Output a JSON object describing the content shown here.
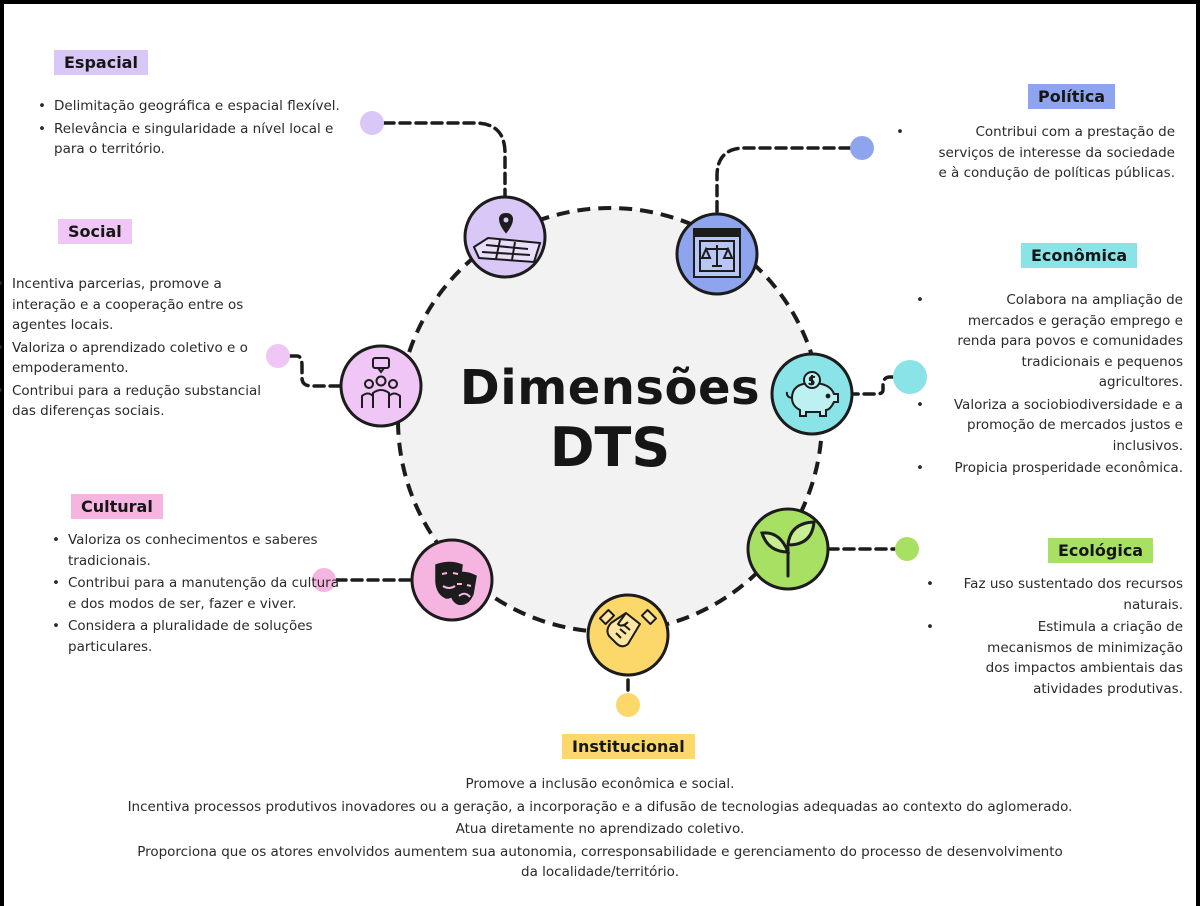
{
  "center": {
    "line1": "Dimensões",
    "line2": "DTS"
  },
  "colors": {
    "espacial": "#d9c8f7",
    "politica": "#8fa4ee",
    "social": "#efc6f5",
    "economica": "#8ae3e6",
    "cultural": "#f6b5e0",
    "ecologica": "#a8e063",
    "institucional": "#fcd86b"
  },
  "dimensions": {
    "espacial": {
      "title": "Espacial",
      "icon": "map-pin-icon",
      "items": [
        "Delimitação geográfica e espacial flexível.",
        "Relevância e singularidade a nível local e para o território."
      ]
    },
    "politica": {
      "title": "Política",
      "icon": "scales-of-justice-icon",
      "items": [
        "Contribui com a prestação de serviços de interesse da sociedade e à condução de políticas públicas."
      ]
    },
    "social": {
      "title": "Social",
      "icon": "group-people-icon",
      "items": [
        "Incentiva parcerias, promove a interação e a cooperação entre os agentes locais.",
        "Valoriza o aprendizado coletivo e o empoderamento.",
        "Contribui para a redução substancial das diferenças sociais."
      ]
    },
    "economica": {
      "title": "Econômica",
      "icon": "piggy-bank-icon",
      "items": [
        "Colabora na ampliação de mercados e geração emprego e renda para povos e comunidades tradicionais e pequenos agricultores.",
        "Valoriza a sociobiodiversidade e a promoção de mercados justos e inclusivos.",
        "Propicia prosperidade econômica."
      ]
    },
    "cultural": {
      "title": "Cultural",
      "icon": "theater-masks-icon",
      "items": [
        "Valoriza os conhecimentos e saberes tradicionais.",
        "Contribui para a manutenção da cultura e dos modos de ser, fazer e viver.",
        "Considera a pluralidade de soluções particulares."
      ]
    },
    "ecologica": {
      "title": "Ecológica",
      "icon": "sprout-icon",
      "items": [
        "Faz uso sustentado dos recursos naturais.",
        "Estimula a criação de mecanismos de minimização dos impactos ambientais das atividades produtivas."
      ]
    },
    "institucional": {
      "title": "Institucional",
      "icon": "handshake-icon",
      "items": [
        "Promove a inclusão econômica e social.",
        "Incentiva processos produtivos inovadores ou a geração, a incorporação e a difusão de tecnologias adequadas ao contexto do aglomerado.",
        "Atua diretamente no aprendizado coletivo.",
        "Proporciona que os atores envolvidos aumentem sua autonomia, corresponsabilidade e gerenciamento do processo de desenvolvimento da localidade/território."
      ]
    }
  }
}
